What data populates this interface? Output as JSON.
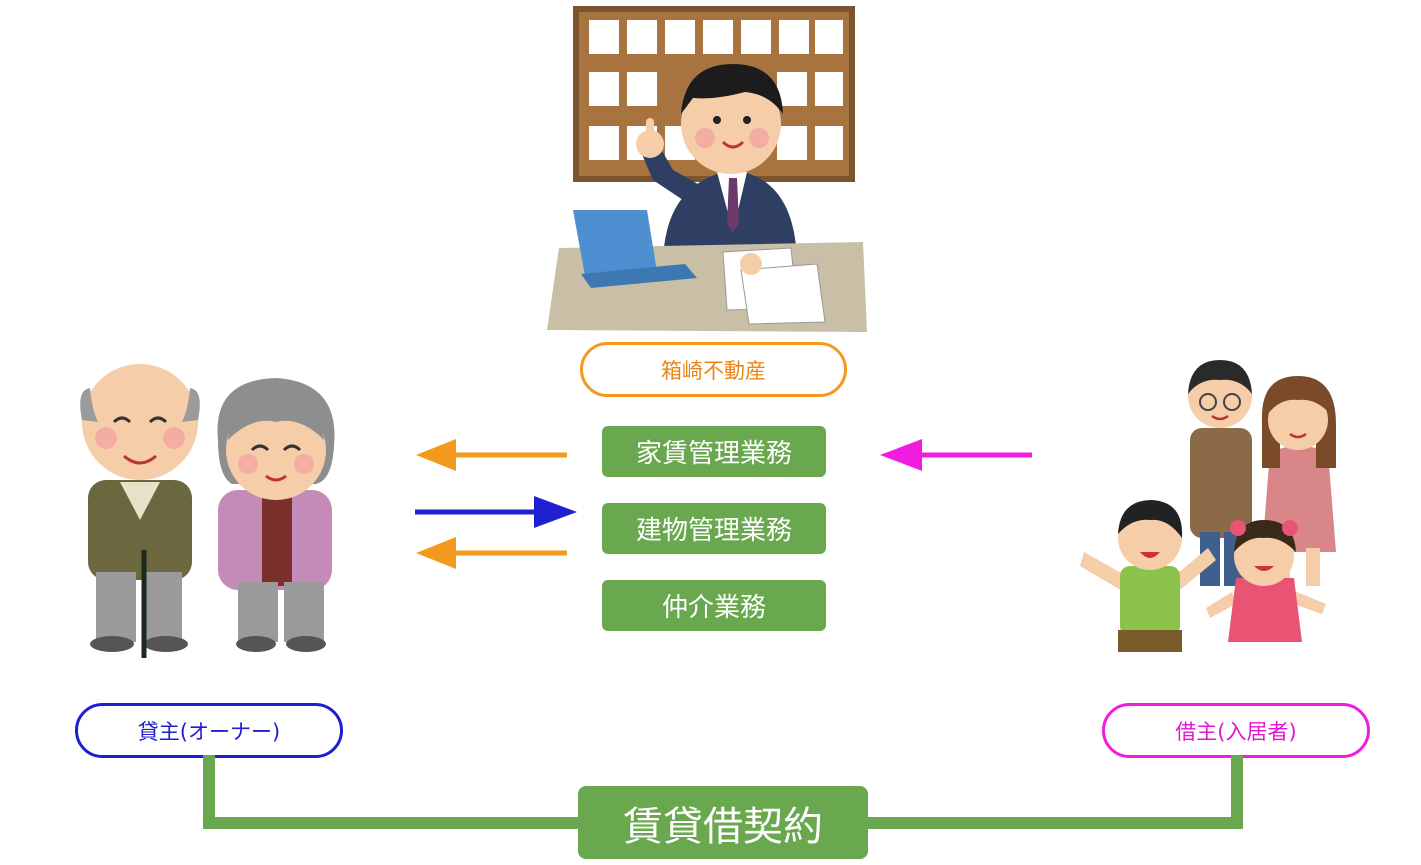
{
  "agency": {
    "label": "箱崎不動産"
  },
  "services": [
    "家賃管理業務",
    "建物管理業務",
    "仲介業務"
  ],
  "landlord": {
    "label": "貸主(オーナー)"
  },
  "tenant": {
    "label": "借主(入居者)"
  },
  "contract": {
    "label": "賃貸借契約"
  },
  "colors": {
    "orange": "#f39a1e",
    "blue": "#1f1fd1",
    "magenta": "#f01ce0",
    "green": "#6aa84f"
  }
}
